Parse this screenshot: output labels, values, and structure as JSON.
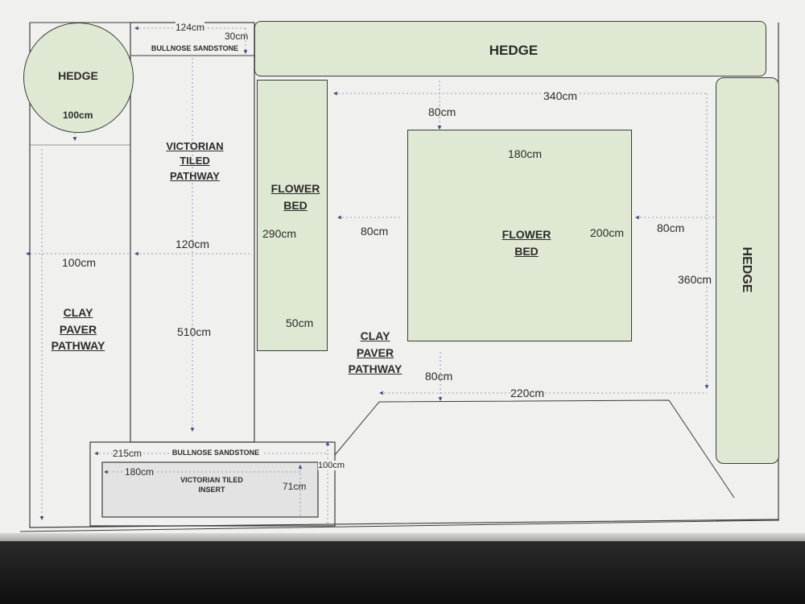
{
  "colors": {
    "green_fill": "#dfe8d2",
    "outline": "#3c3c3c",
    "arrow": "#3a4f7a",
    "background": "#f0f0ef"
  },
  "labels": {
    "hedge_circle": "HEDGE",
    "hedge_top": "HEDGE",
    "hedge_right": "HEDGE",
    "victorian_tiled_pathway": [
      "VICTORIAN",
      "TILED",
      "PATHWAY"
    ],
    "flower_bed_left": [
      "FLOWER",
      "BED"
    ],
    "flower_bed_center": [
      "FLOWER",
      "BED"
    ],
    "clay_paver_left": [
      "CLAY",
      "PAVER",
      "PATHWAY"
    ],
    "clay_paver_center": [
      "CLAY",
      "PAVER",
      "PATHWAY"
    ],
    "bullnose_top": "BULLNOSE SANDSTONE",
    "bullnose_bottom": "BULLNOSE SANDSTONE",
    "victorian_insert": [
      "VICTORIAN TILED",
      "INSERT"
    ]
  },
  "dimensions": {
    "d_124": "124cm",
    "d_30": "30cm",
    "d_100_circle": "100cm",
    "d_120": "120cm",
    "d_100_left": "100cm",
    "d_510": "510cm",
    "d_290": "290cm",
    "d_50": "50cm",
    "d_80_left": "80cm",
    "d_80_top": "80cm",
    "d_340": "340cm",
    "d_180_bed": "180cm",
    "d_200": "200cm",
    "d_80_right": "80cm",
    "d_360": "360cm",
    "d_80_bottom": "80cm",
    "d_220": "220cm",
    "d_215": "215cm",
    "d_180_insert": "180cm",
    "d_100_insert": "100cm",
    "d_71": "71cm"
  }
}
